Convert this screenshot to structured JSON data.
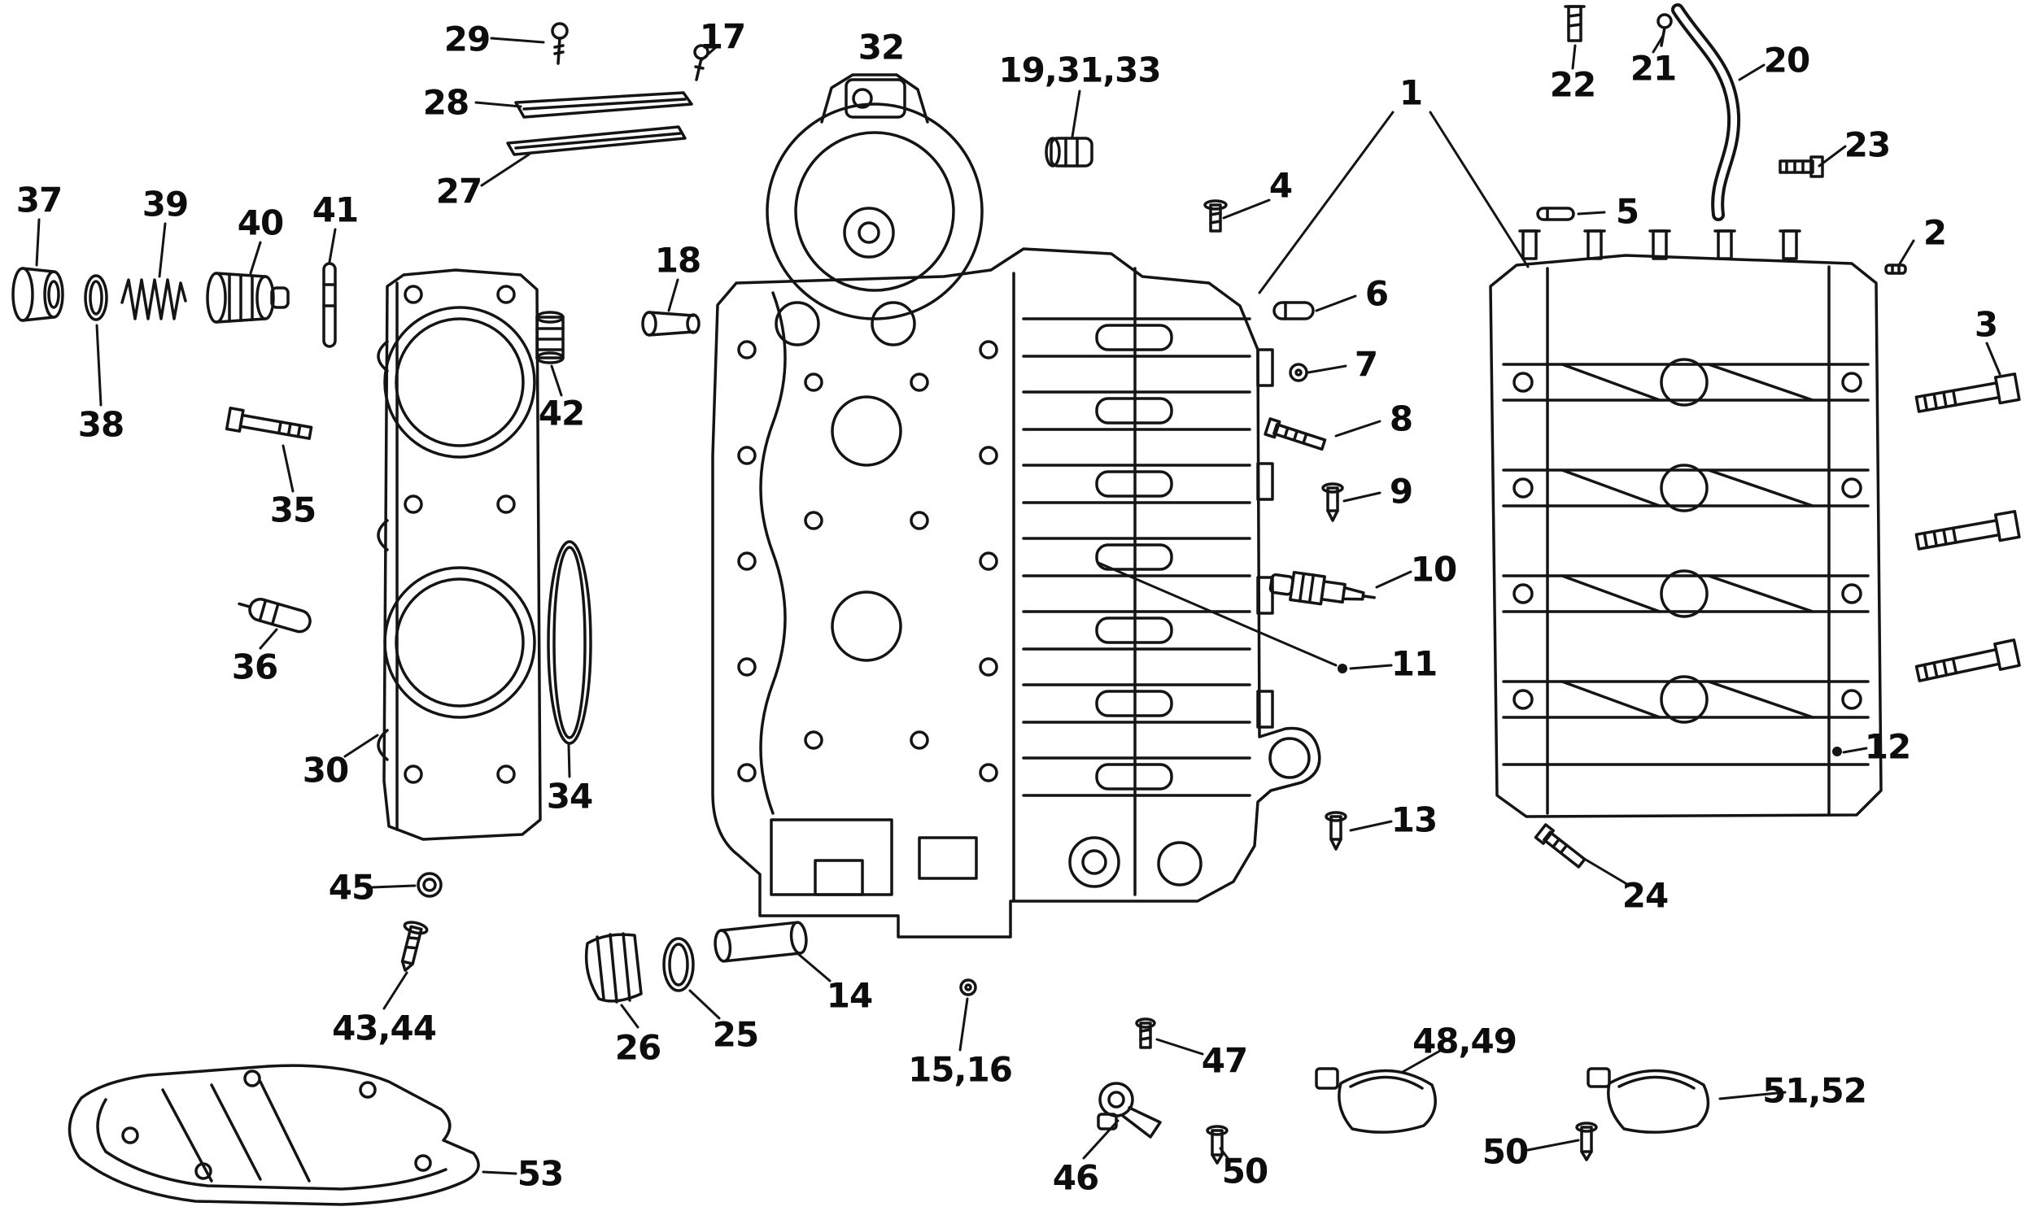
{
  "colors": {
    "background": "#ffffff",
    "ink": "#141414"
  },
  "callouts": {
    "c1": "1",
    "c2": "2",
    "c3": "3",
    "c4": "4",
    "c5": "5",
    "c6": "6",
    "c7": "7",
    "c8": "8",
    "c9": "9",
    "c10": "10",
    "c11": "11",
    "c12": "12",
    "c13": "13",
    "c14": "14",
    "c15_16": "15,16",
    "c17": "17",
    "c18": "18",
    "c19_31_33": "19,31,33",
    "c20": "20",
    "c21": "21",
    "c22": "22",
    "c23": "23",
    "c24": "24",
    "c25": "25",
    "c26": "26",
    "c27": "27",
    "c28": "28",
    "c29": "29",
    "c30": "30",
    "c32": "32",
    "c34": "34",
    "c35": "35",
    "c36": "36",
    "c37": "37",
    "c38": "38",
    "c39": "39",
    "c40": "40",
    "c41": "41",
    "c42": "42",
    "c43_44": "43,44",
    "c45": "45",
    "c46": "46",
    "c47": "47",
    "c48_49": "48,49",
    "c50a": "50",
    "c50b": "50",
    "c51_52": "51,52",
    "c53": "53"
  }
}
